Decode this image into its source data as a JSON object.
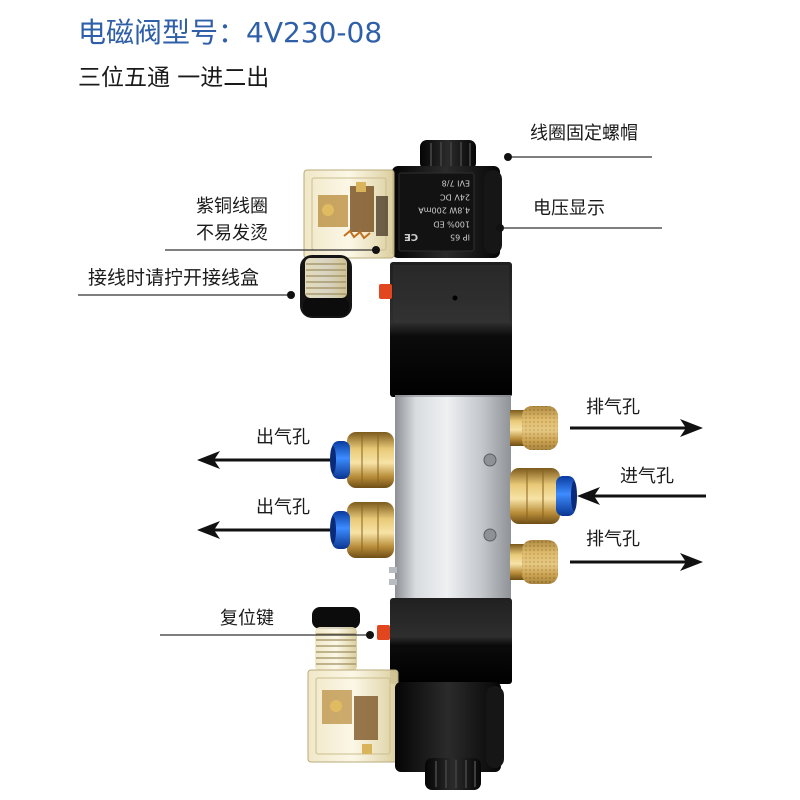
{
  "header": {
    "title": "电磁阀型号：4V230-08",
    "subtitle": "三位五通 一进二出"
  },
  "callouts": {
    "coil_nut": "线圈固定螺帽",
    "copper_coil_line1": "紫铜线圈",
    "copper_coil_line2": "不易发烫",
    "voltage_display": "电压显示",
    "wiring_note": "接线时请拧开接线盒",
    "reset_key": "复位键"
  },
  "ports": {
    "exhaust_top": "排气孔",
    "outlet_top": "出气孔",
    "inlet": "进气孔",
    "outlet_bottom": "出气孔",
    "exhaust_bottom": "排气孔"
  },
  "coil_label": {
    "lines": [
      "EVI 7/8",
      "24V DC",
      "4.8W 200mA",
      "100% ED",
      "IP 65"
    ],
    "mark": "CE"
  },
  "colors": {
    "title": "#2e5fa8",
    "text": "#1a1a1a",
    "valve_black": "#111111",
    "aluminum": "#d9dcdf",
    "brass": "#c9a24a",
    "fitting_blue": "#2f7cf0",
    "override_button": "#e2461e"
  }
}
